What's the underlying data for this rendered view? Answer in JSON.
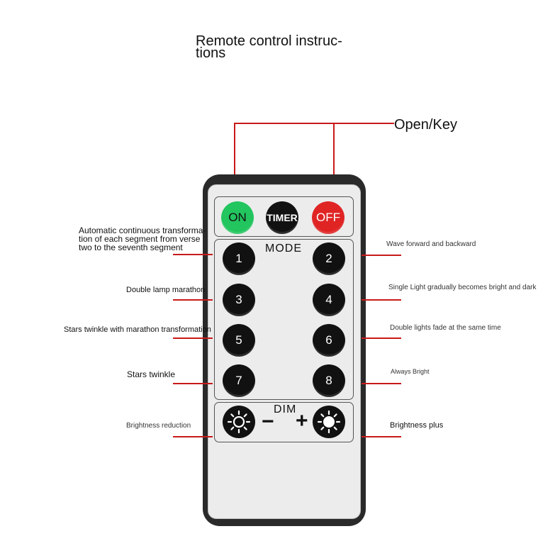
{
  "title_lines": [
    "Remote control instruc-",
    "tions"
  ],
  "open_key_label": "Open/Key",
  "top_buttons": {
    "on": "ON",
    "timer": "TIMER",
    "off": "OFF"
  },
  "mode_label": "MODE",
  "dim_label": "DIM",
  "minus": "−",
  "plus": "+",
  "mode_buttons": [
    "1",
    "2",
    "3",
    "4",
    "5",
    "6",
    "7",
    "8"
  ],
  "left_labels": {
    "btn1_lines": [
      "Automatic continuous transforma-",
      "tion of each segment from verse",
      "two to the seventh segment"
    ],
    "btn3": "Double lamp marathon",
    "btn5": "Stars twinkle with marathon transformation",
    "btn7": "Stars twinkle",
    "dim_minus": "Brightness reduction"
  },
  "right_labels": {
    "btn2": "Wave forward and backward",
    "btn4": "Single Light gradually becomes bright and dark",
    "btn6": "Double lights fade at the same time",
    "btn8": "Always Bright",
    "dim_plus": "Brightness plus"
  },
  "colors": {
    "on": "#22c55e",
    "off": "#e02424",
    "line": "#c81a1a",
    "body": "#2a2a2a"
  }
}
